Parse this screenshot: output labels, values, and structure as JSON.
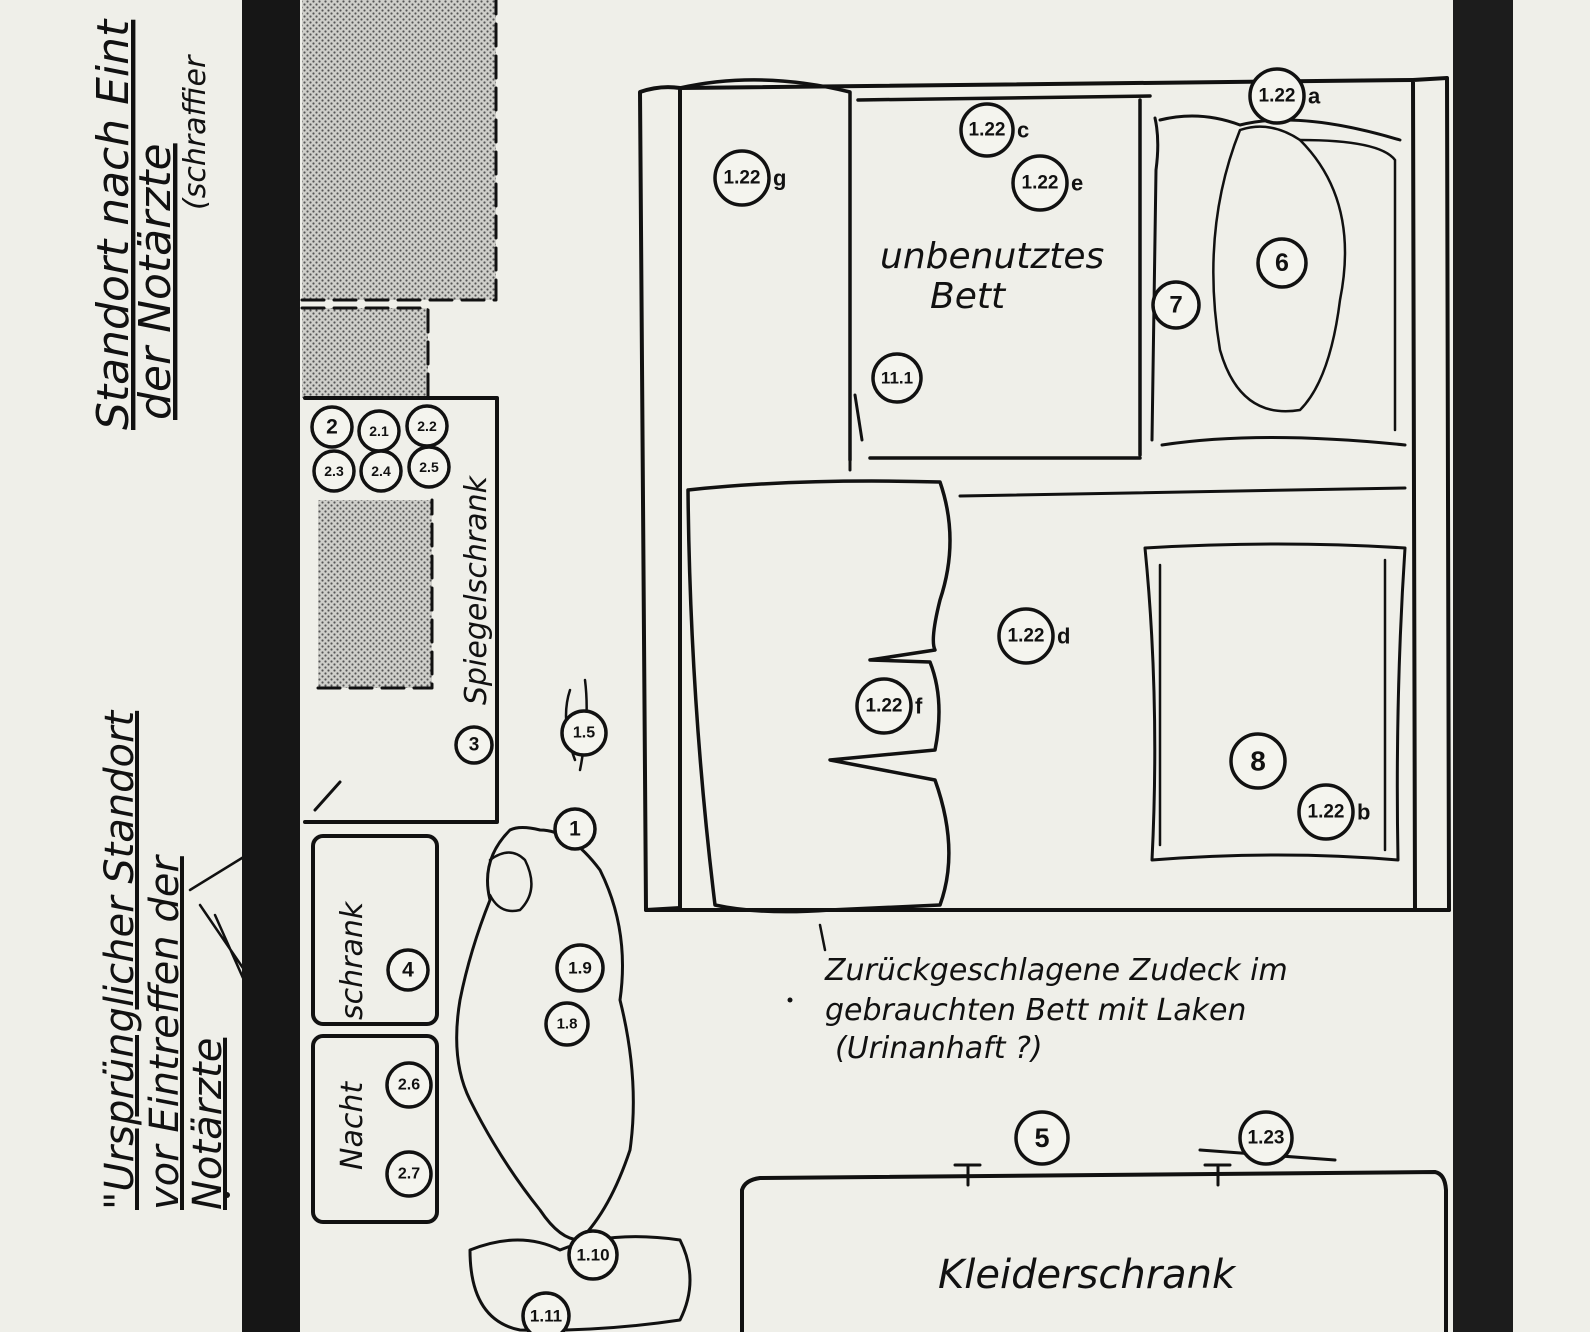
{
  "labels": {
    "standort_line1": "Standort nach Eint",
    "standort_line2": "der Notärzte",
    "standort_line3": "(schraffier",
    "urspr_line1": "\"Ursprünglicher Standort",
    "urspr_line2": "vor Eintreffen der",
    "urspr_line3": "Notärzte",
    "spiegelschrank": "Spiegelschrank",
    "schrank": "schrank",
    "nacht": "Nacht",
    "unbenutztes": "unbenutztes",
    "bett": "Bett",
    "zudeck_line1": "Zurückgeschlagene Zudeck im",
    "zudeck_line2": "gebrauchten Bett mit Laken",
    "zudeck_line3": "(Urinanhaft ?)",
    "kleiderschrank": "Kleiderschrank"
  },
  "markers": [
    {
      "id": "m-1-22a",
      "text": "1.22",
      "suffix": "a"
    },
    {
      "id": "m-1-22c",
      "text": "1.22",
      "suffix": "c"
    },
    {
      "id": "m-1-22e",
      "text": "1.22",
      "suffix": "e"
    },
    {
      "id": "m-1-22g",
      "text": "1.22",
      "suffix": "g"
    },
    {
      "id": "m-6",
      "text": "6",
      "suffix": ""
    },
    {
      "id": "m-7",
      "text": "7",
      "suffix": ""
    },
    {
      "id": "m-11-1",
      "text": "11.1",
      "suffix": ""
    },
    {
      "id": "m-2",
      "text": "2",
      "suffix": ""
    },
    {
      "id": "m-2-1",
      "text": "2.1",
      "suffix": ""
    },
    {
      "id": "m-2-2",
      "text": "2.2",
      "suffix": ""
    },
    {
      "id": "m-2-3",
      "text": "2.3",
      "suffix": ""
    },
    {
      "id": "m-2-4",
      "text": "2.4",
      "suffix": ""
    },
    {
      "id": "m-2-5",
      "text": "2.5",
      "suffix": ""
    },
    {
      "id": "m-1-22d",
      "text": "1.22",
      "suffix": "d"
    },
    {
      "id": "m-1-22f",
      "text": "1.22",
      "suffix": "f"
    },
    {
      "id": "m-3",
      "text": "3",
      "suffix": ""
    },
    {
      "id": "m-1-5",
      "text": "1.5",
      "suffix": ""
    },
    {
      "id": "m-8",
      "text": "8",
      "suffix": ""
    },
    {
      "id": "m-1-22b",
      "text": "1.22",
      "suffix": "b"
    },
    {
      "id": "m-1",
      "text": "1",
      "suffix": ""
    },
    {
      "id": "m-4",
      "text": "4",
      "suffix": ""
    },
    {
      "id": "m-1-9",
      "text": "1.9",
      "suffix": ""
    },
    {
      "id": "m-1-8",
      "text": "1.8",
      "suffix": ""
    },
    {
      "id": "m-2-6",
      "text": "2.6",
      "suffix": ""
    },
    {
      "id": "m-2-7",
      "text": "2.7",
      "suffix": ""
    },
    {
      "id": "m-5",
      "text": "5",
      "suffix": ""
    },
    {
      "id": "m-1-23",
      "text": "1.23",
      "suffix": ""
    },
    {
      "id": "m-1-10",
      "text": "1.10",
      "suffix": ""
    },
    {
      "id": "m-1-11",
      "text": "1.11",
      "suffix": ""
    }
  ]
}
